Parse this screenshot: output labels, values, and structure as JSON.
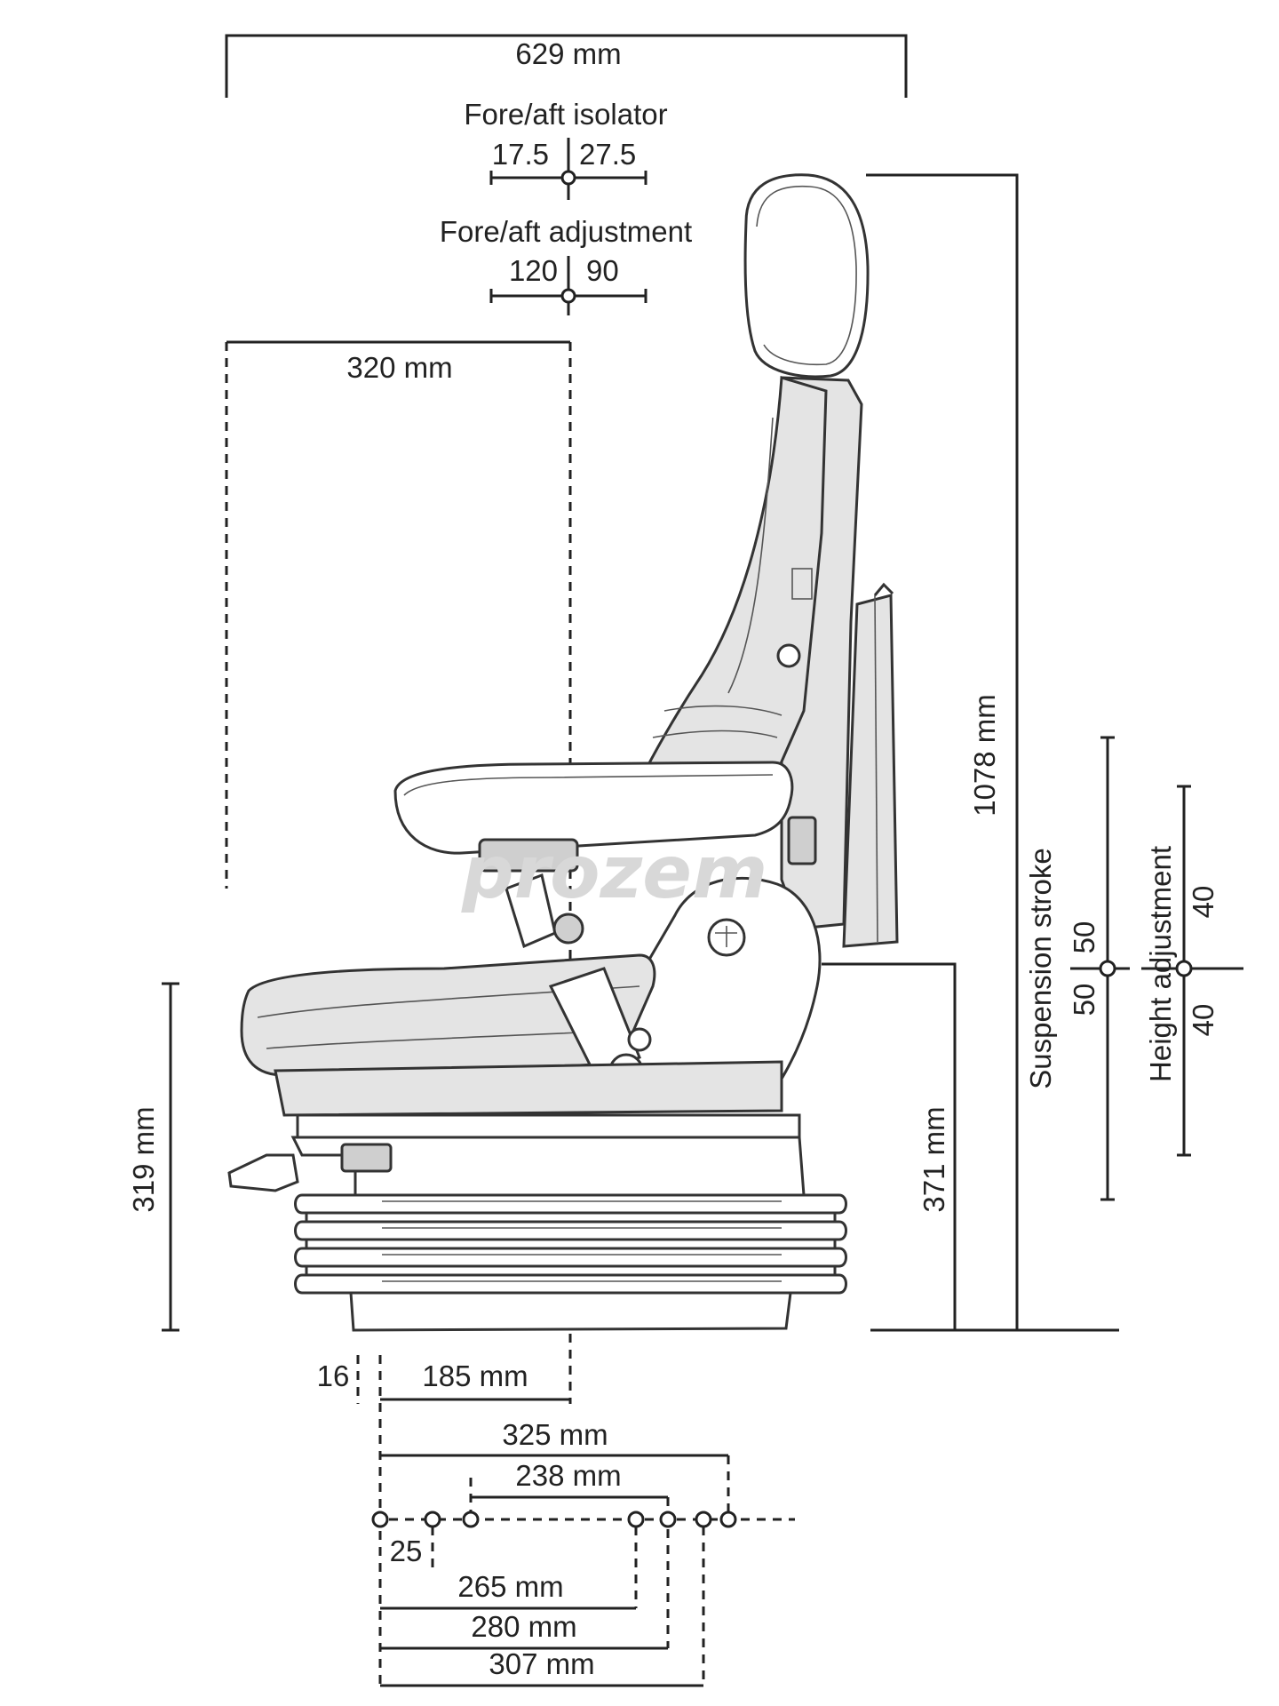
{
  "dimensions": {
    "overall_width": "629 mm",
    "fore_aft_isolator_title": "Fore/aft isolator",
    "isolator_left": "17.5",
    "isolator_right": "27.5",
    "fore_aft_adjustment_title": "Fore/aft adjustment",
    "adjustment_left": "120",
    "adjustment_right": "90",
    "armrest_depth": "320 mm",
    "overall_height": "1078 mm",
    "seat_height": "371 mm",
    "base_height": "319 mm",
    "suspension_stroke_title": "Suspension stroke",
    "suspension_up": "50",
    "suspension_down": "50",
    "height_adjustment_title": "Height adjustment",
    "height_up": "40",
    "height_down": "40",
    "offset_16": "16",
    "offset_185": "185 mm",
    "hole_325": "325 mm",
    "hole_238": "238 mm",
    "hole_25": "25",
    "hole_265": "265 mm",
    "hole_280": "280 mm",
    "hole_307": "307 mm"
  },
  "watermark": "prozem"
}
